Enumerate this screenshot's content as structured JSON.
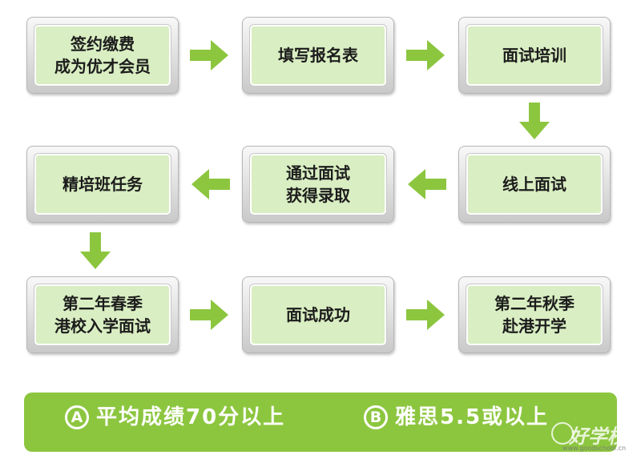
{
  "colors": {
    "accent_green": "#8cc63f",
    "box_fill": "#d9eec2",
    "text": "#1c1c1c"
  },
  "steps": [
    {
      "id": "sign",
      "lines": [
        "签约缴费",
        "成为优才会员"
      ]
    },
    {
      "id": "form",
      "lines": [
        "填写报名表"
      ]
    },
    {
      "id": "training",
      "lines": [
        "面试培训"
      ]
    },
    {
      "id": "online",
      "lines": [
        "线上面试"
      ]
    },
    {
      "id": "admit",
      "lines": [
        "通过面试",
        "获得录取"
      ]
    },
    {
      "id": "task",
      "lines": [
        "精培班任务"
      ]
    },
    {
      "id": "spring",
      "lines": [
        "第二年春季",
        "港校入学面试"
      ]
    },
    {
      "id": "success",
      "lines": [
        "面试成功"
      ]
    },
    {
      "id": "autumn",
      "lines": [
        "第二年秋季",
        "赴港开学"
      ]
    }
  ],
  "requirements": [
    {
      "badge": "A",
      "text": "平均成绩70分以上"
    },
    {
      "badge": "B",
      "text": "雅思5.5或以上"
    }
  ],
  "watermark": {
    "text": "好学校",
    "url": "www.goodschool.cn"
  }
}
